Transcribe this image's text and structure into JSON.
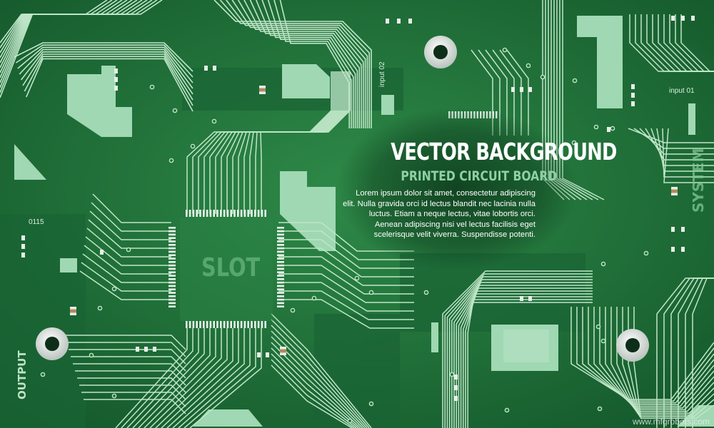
{
  "headline": {
    "title": "VECTOR BACKGROUND",
    "subtitle": "PRINTED CIRCUIT BOARD",
    "body": "Lorem ipsum dolor sit amet, consectetur adipiscing elit. Nulla gravida orci id lectus blandit nec lacinia nulla luctus. Etiam a neque lectus, vitae lobortis orci. Aenean adipiscing nisi vel lectus facilisis eget scelerisque velit viverra. Suspendisse potenti."
  },
  "board_labels": {
    "input_01": "input 01",
    "input_02": "input 02",
    "code": "0115",
    "slot": "SLOT",
    "system": "SYSTEM",
    "output": "OUTPUT"
  },
  "watermark": "www.mfgrobots.com",
  "colors": {
    "board": "#1f6f3a",
    "board_dark": "#14532a",
    "trace": "#bfe6c8",
    "pad": "#9fd8b2",
    "accent": "#8ed1a4"
  },
  "icons": [
    "mounting-hole-icon",
    "ic-chip-icon",
    "smd-component-icon"
  ]
}
